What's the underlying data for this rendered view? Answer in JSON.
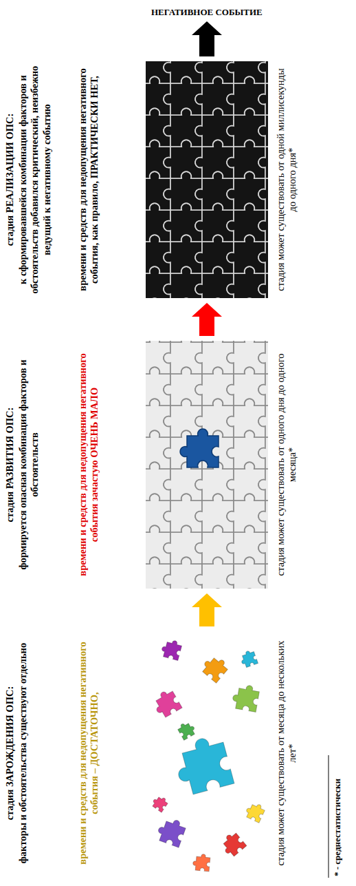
{
  "diagram": {
    "nodes": [
      {
        "text": [
          "стадия ЗАРОЖДЕНИЯ ОПС:",
          "факторы и обстоятельства существуют отдельно",
          "времени и средств для недопущения негативного события – ДОСТАТОЧНО,",
          "стадия может существовать от месяца до нескольких лет*"
        ]
      },
      {
        "text": [
          "стадия РАЗВИТИЯ ОПС:",
          "формируется опасная комбинация факторов и обстоятельств",
          "времени и средств для недопущения негативного события зачастую ОЧЕНЬ МАЛО",
          "стадия может существовать от одного дня до одного месяца*"
        ]
      },
      {
        "text": [
          "стадия РЕАЛИЗАЦИИ ОПС:",
          "к сформировавшейся комбинации факторов и обстоятельств добавился критический, неизбежно ведущий к негативному событию",
          "времени и средств для недопущения негативного события, как правило, ПРАКТИЧЕСКИ НЕТ,",
          "стадия может существовать от одной миллисекунды до одного дня*"
        ]
      },
      {
        "text": [
          "НЕГАТИВНОЕ СОБЫТИЕ"
        ]
      }
    ],
    "edges": [
      {
        "from": 0,
        "to": 1,
        "arrow": "to"
      },
      {
        "from": 1,
        "to": 2,
        "arrow": "to"
      },
      {
        "from": 2,
        "to": 3,
        "arrow": "to"
      }
    ],
    "labels": [
      "* - среднестатистически"
    ]
  }
}
